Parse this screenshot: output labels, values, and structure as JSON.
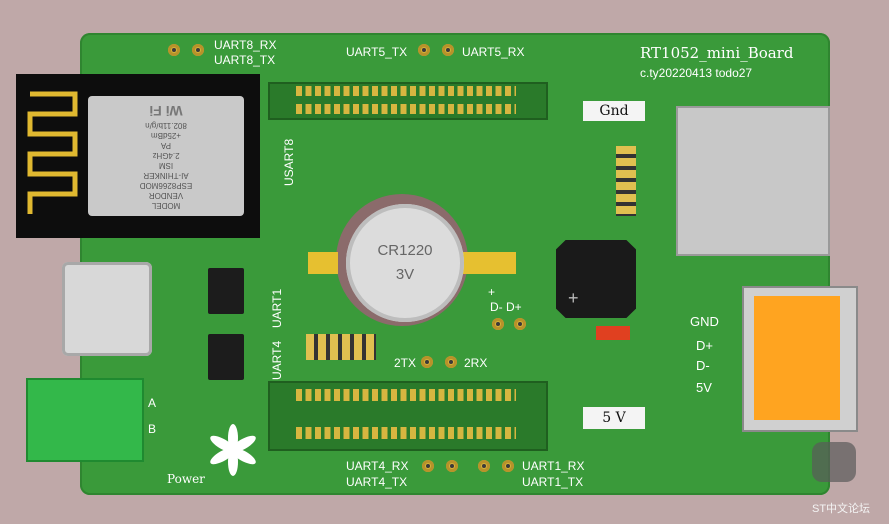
{
  "board": {
    "title": "RT1052_mini_Board",
    "subtitle": "c.ty20220413 todo27"
  },
  "labels": {
    "uart8_rx": "UART8_RX",
    "uart8_tx": "UART8_TX",
    "uart5_tx": "UART5_TX",
    "uart5_rx": "UART5_RX",
    "usart8": "USART8",
    "uart1_side": "UART1",
    "uart4_side": "UART4",
    "tx2": "2TX",
    "rx2": "2RX",
    "dminus_dplus": "D- D+",
    "plus": "+",
    "gnd_box": "Gnd",
    "fivev_box": "5 V",
    "gnd": "GND",
    "dplus": "D+",
    "dminus": "D-",
    "fivev": "5V",
    "uart4_rx": "UART4_RX",
    "uart4_tx": "UART4_TX",
    "uart1_rx": "UART1_RX",
    "uart1_tx": "UART1_TX",
    "a": "A",
    "b": "B",
    "power": "Power"
  },
  "battery": {
    "model": "CR1220",
    "voltage": "3V"
  },
  "wifi": {
    "lines": [
      "MODEL",
      "VENDOR",
      "ESP8266MOD",
      "AI-THINKER",
      "ISM",
      "2.4GHz",
      "PA",
      "+25dBm",
      "802.11b/g/n"
    ],
    "logo": "Wi Fi"
  },
  "watermark": "ST中文论坛",
  "colors": {
    "board": "#3a9a3a",
    "pad": "#d6b43a",
    "background": "#bfa8a8"
  }
}
